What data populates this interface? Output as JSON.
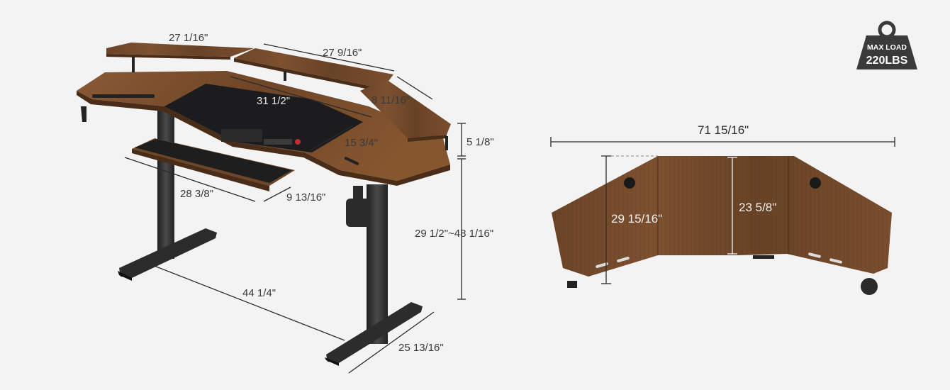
{
  "badge": {
    "line1": "MAX LOAD",
    "line2": "220LBS",
    "color": "#3a3a3a"
  },
  "colors": {
    "wood": "#7a4f2e",
    "wood_dark": "#5c3a20",
    "frame": "#2e2e2e",
    "mat": "#1d1d1f",
    "dimension_line": "#2b2b2b"
  },
  "desk_view": {
    "dims": {
      "top_shelf_left": "27 1/16\"",
      "top_shelf_right": "27 9/16\"",
      "mat_width": "31 1/2\"",
      "side_shelf": "8 11/16\"",
      "mat_depth": "15 3/4\"",
      "shelf_height": "5 1/8\"",
      "keyboard_width": "28 3/8\"",
      "keyboard_depth": "9 13/16\"",
      "height_range": "29 1/2\"~48 1/16\"",
      "base_width": "44 1/4\"",
      "base_depth": "25 13/16\""
    }
  },
  "top_view": {
    "dims": {
      "total_width": "71 15/16\"",
      "side_depth": "29 15/16\"",
      "center_depth": "23 5/8\""
    }
  }
}
